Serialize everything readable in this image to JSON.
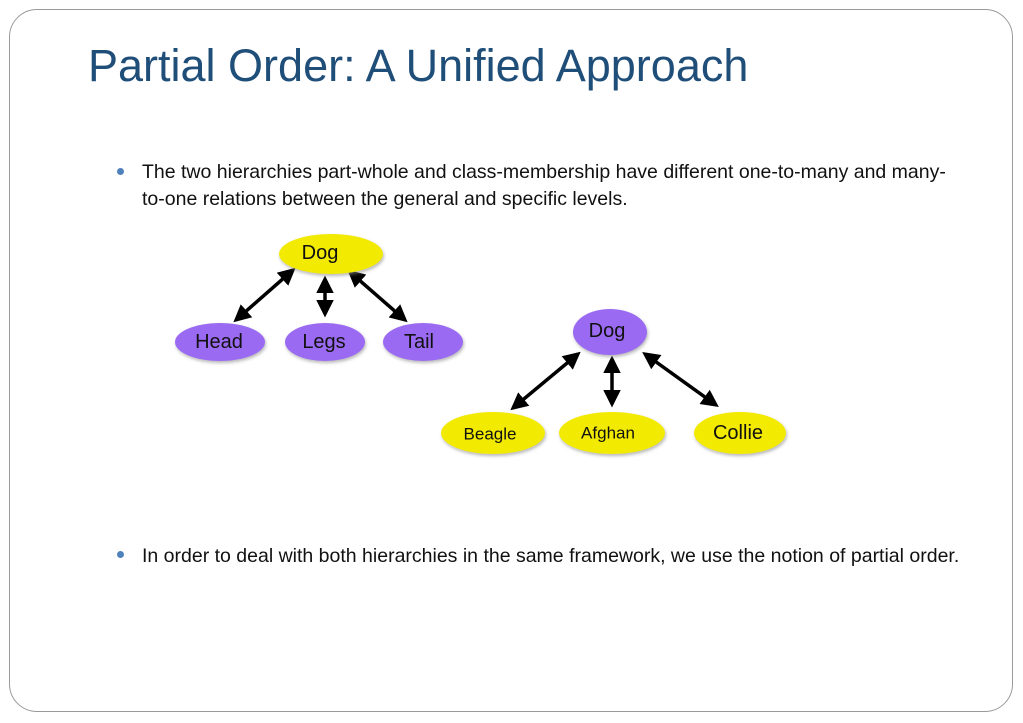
{
  "slide": {
    "title": "Partial Order: A Unified Approach",
    "bullets": [
      "The two hierarchies part-whole and class-membership have different one-to-many and many-to-one relations between the general and specific levels.",
      "In order to deal with both hierarchies in the same framework, we use the notion of partial order."
    ]
  },
  "diagram": {
    "part_whole": {
      "root": "Dog",
      "children": [
        "Head",
        "Legs",
        "Tail"
      ]
    },
    "class_membership": {
      "root": "Dog",
      "children": [
        "Beagle",
        "Afghan",
        "Collie"
      ]
    },
    "colors": {
      "yellow_node": "#f2ea00",
      "purple_node": "#9b6bf2",
      "title": "#1f4e79",
      "bullet": "#4f81bd"
    }
  }
}
